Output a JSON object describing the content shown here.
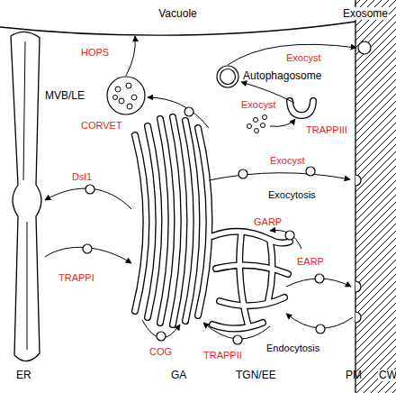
{
  "diagram": {
    "nodes": [
      {
        "text": [
          "Vacuole"
        ]
      },
      {
        "text": [
          "MVB/LE"
        ]
      },
      {
        "text": [
          "Autophagosome"
        ]
      },
      {
        "text": [
          "Exosome"
        ]
      }
    ],
    "edges": [
      {
        "from": 1,
        "to": 0,
        "label": "HOPS",
        "arrow": "to"
      },
      {
        "from": 2,
        "to": 3,
        "label": "Exocyst",
        "arrow": "to"
      }
    ],
    "labels": [
      "CORVET",
      "Exocyst",
      "TRAPPIII",
      "Exocyst",
      "Exocytosis",
      "Dsl1",
      "TRAPPI",
      "COG",
      "GARP",
      "EARP",
      "TRAPPII",
      "Endocytosis",
      "ER",
      "GA",
      "TGN/EE",
      "PM",
      "CW"
    ]
  }
}
